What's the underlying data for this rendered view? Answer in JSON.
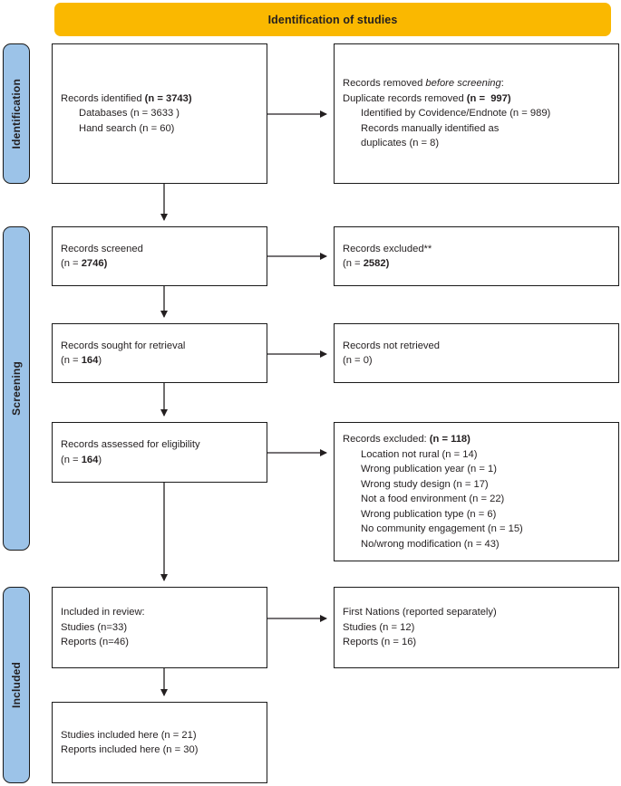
{
  "header": {
    "title": "Identification of studies"
  },
  "stages": [
    {
      "id": "identification",
      "label": "Identification"
    },
    {
      "id": "screening",
      "label": "Screening"
    },
    {
      "id": "included",
      "label": "Included"
    }
  ],
  "boxes": {
    "records_identified": {
      "lines": [
        {
          "text": "Records identified ",
          "bold_tail": "(n = 3743)",
          "indent": 0
        },
        {
          "text": "Databases (n = 3633 )",
          "indent": 1
        },
        {
          "text": "Hand search (n = 60)",
          "indent": 1
        }
      ]
    },
    "records_removed": {
      "lines": [
        {
          "text": "Records removed ",
          "italic_tail": "before screening",
          "tail": ":",
          "indent": 0
        },
        {
          "text": "Duplicate records removed ",
          "bold_tail": "(n =  997)",
          "indent": 0
        },
        {
          "text": "Identified by Covidence/Endnote (n = 989)",
          "indent": 1
        },
        {
          "text": "Records manually identified as",
          "indent": 1
        },
        {
          "text": "duplicates (n = 8)",
          "indent": 1
        }
      ]
    },
    "records_screened": {
      "lines": [
        {
          "text": "Records screened",
          "indent": 0
        },
        {
          "text": "(n = ",
          "bold_tail": "2746)",
          "indent": 0
        }
      ]
    },
    "records_excluded_screening": {
      "lines": [
        {
          "text": "Records excluded**",
          "indent": 0
        },
        {
          "text": "(n = ",
          "bold_tail": "2582)",
          "indent": 0
        }
      ]
    },
    "records_sought": {
      "lines": [
        {
          "text": "Records sought for retrieval",
          "indent": 0
        },
        {
          "text": "(n = ",
          "bold_tail": "164",
          "tail": ")",
          "indent": 0
        }
      ]
    },
    "records_not_retrieved": {
      "lines": [
        {
          "text": "Records not retrieved",
          "indent": 0
        },
        {
          "text": "(n = 0)",
          "indent": 0
        }
      ]
    },
    "records_assessed": {
      "lines": [
        {
          "text": "Records assessed for eligibility",
          "indent": 0
        },
        {
          "text": "(n = ",
          "bold_tail": "164",
          "tail": ")",
          "indent": 0
        }
      ]
    },
    "records_excluded_eligibility": {
      "lines": [
        {
          "text": "Records excluded: ",
          "bold_tail": "(n = 118)",
          "indent": 0
        },
        {
          "text": "Location not rural (n = 14)",
          "indent": 1
        },
        {
          "text": "Wrong publication year (n = 1)",
          "indent": 1
        },
        {
          "text": "Wrong study design (n = 17)",
          "indent": 1
        },
        {
          "text": "Not a food environment (n = 22)",
          "indent": 1
        },
        {
          "text": "Wrong publication type (n = 6)",
          "indent": 1
        },
        {
          "text": "No community engagement (n = 15)",
          "indent": 1
        },
        {
          "text": "No/wrong modification (n = 43)",
          "indent": 1
        }
      ]
    },
    "included_in_review": {
      "lines": [
        {
          "text": "Included in review:",
          "indent": 0
        },
        {
          "text": "Studies (n=33)",
          "indent": 0
        },
        {
          "text": "Reports (n=46)",
          "indent": 0
        }
      ]
    },
    "first_nations": {
      "lines": [
        {
          "text": "First Nations (reported separately)",
          "indent": 0
        },
        {
          "text": "Studies (n = 12)",
          "indent": 0
        },
        {
          "text": "Reports (n = 16)",
          "indent": 0
        }
      ]
    },
    "studies_included_here": {
      "lines": [
        {
          "text": "Studies included here (n = 21)",
          "indent": 0
        },
        {
          "text": "Reports included here (n = 30)",
          "indent": 0
        }
      ]
    }
  },
  "colors": {
    "header_bar": "#fab800",
    "stage_tab": "#9cc3e8",
    "box_border": "#1a1a1a",
    "text": "#231f20",
    "connector": "#231f20"
  }
}
